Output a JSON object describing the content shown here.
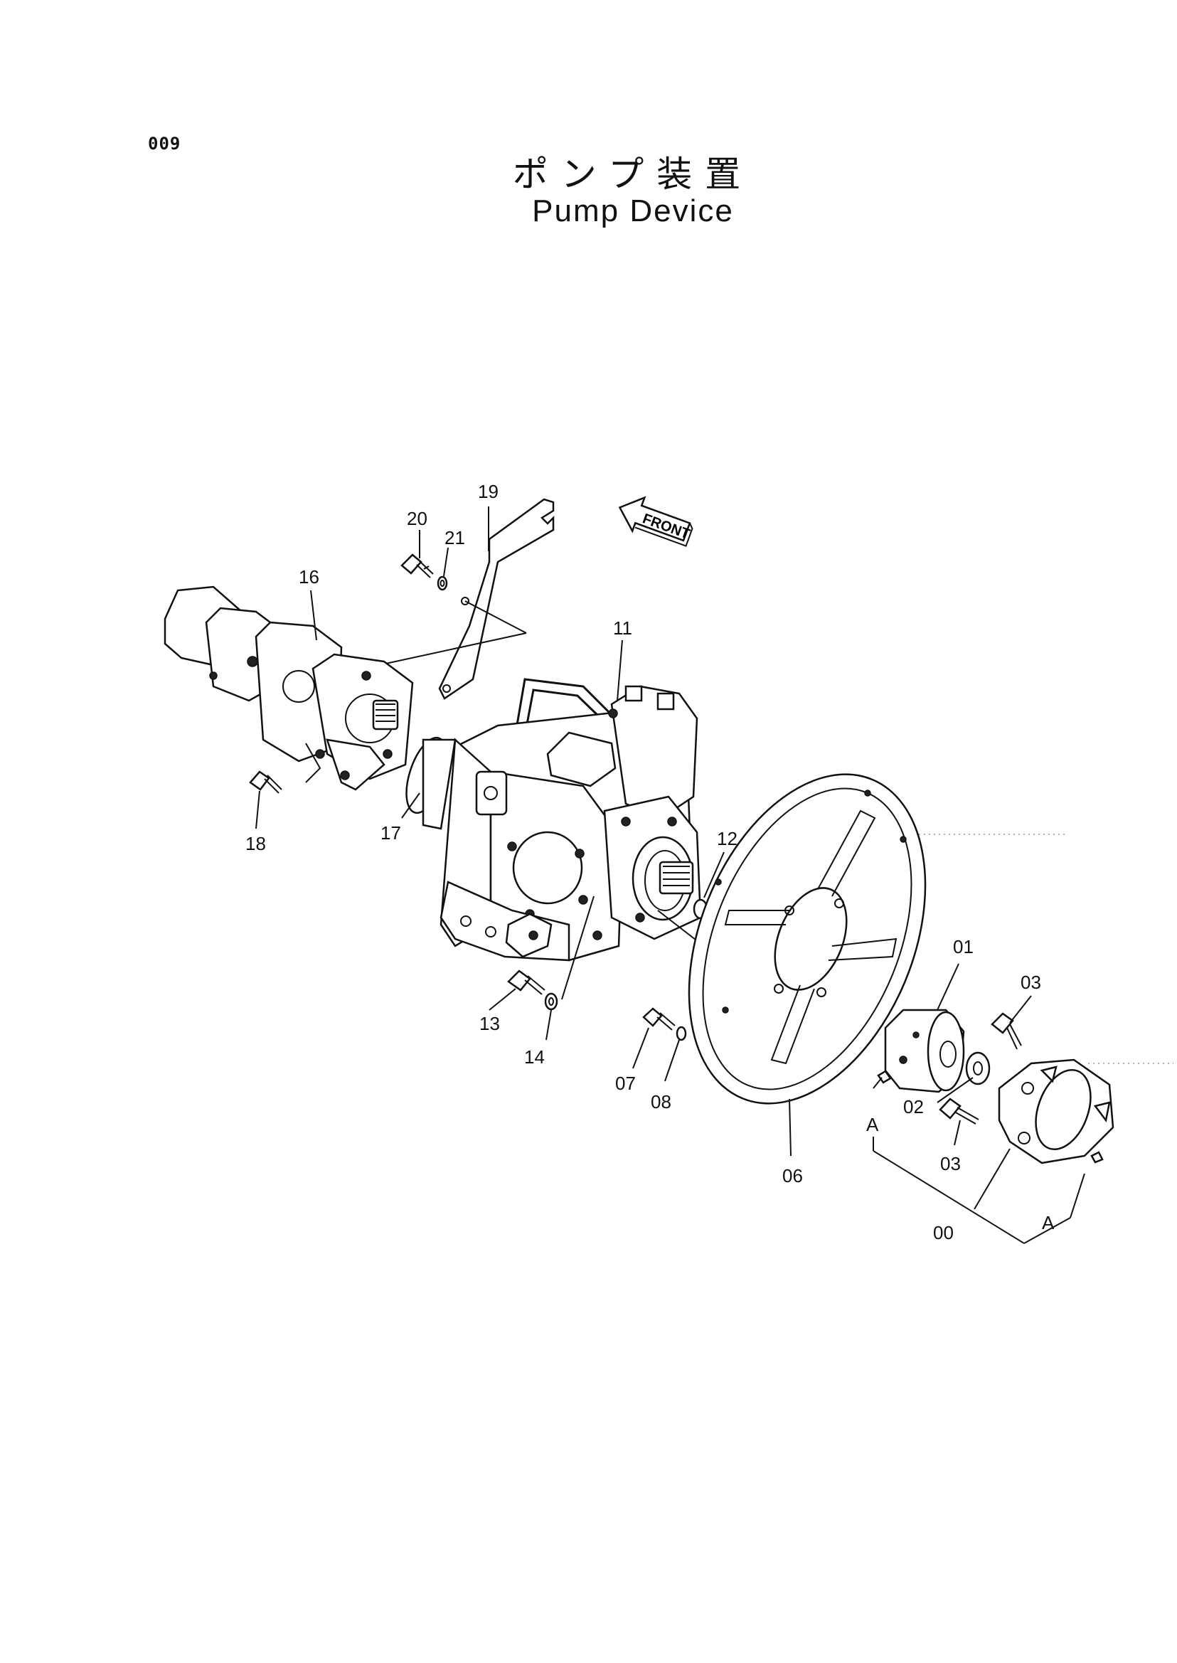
{
  "page_number": "009",
  "title_jp": "ポンプ装置",
  "title_en": "Pump Device",
  "front_label": "FRONT",
  "callouts": {
    "c00": "00",
    "c01": "01",
    "c02": "02",
    "c03a": "03",
    "c03b": "03",
    "c06": "06",
    "c07": "07",
    "c08": "08",
    "c11": "11",
    "c12": "12",
    "c13": "13",
    "c14": "14",
    "c16": "16",
    "c17": "17",
    "c18": "18",
    "c19": "19",
    "c20": "20",
    "c21": "21",
    "cA1": "A",
    "cA2": "A"
  }
}
